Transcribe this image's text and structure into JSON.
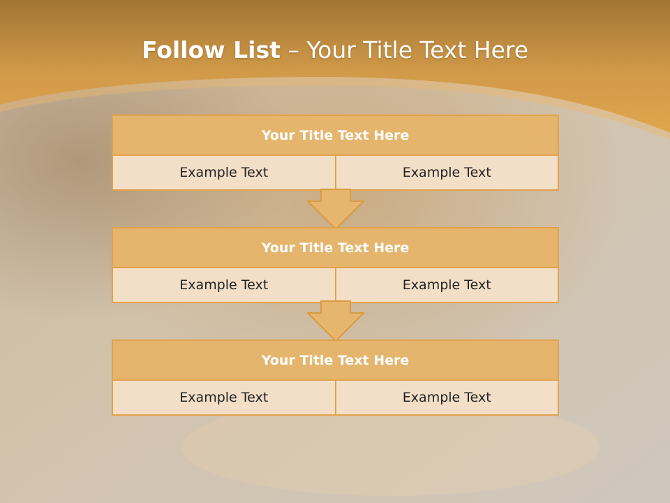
{
  "slide": {
    "title_bold": "Follow List",
    "title_rest": " – Your Title Text Here"
  },
  "blocks": [
    {
      "title": "Your Title Text Here",
      "left": "Example Text",
      "right": "Example Text"
    },
    {
      "title": "Your Title Text Here",
      "left": "Example Text",
      "right": "Example Text"
    },
    {
      "title": "Your Title Text Here",
      "left": "Example Text",
      "right": "Example Text"
    }
  ],
  "colors": {
    "header_band": "#d79a42",
    "block_title_fill": "#e5b56d",
    "block_cell_fill": "#f3dfc8",
    "border": "#e2a24a",
    "arrow_fill": "#e6b66f"
  }
}
